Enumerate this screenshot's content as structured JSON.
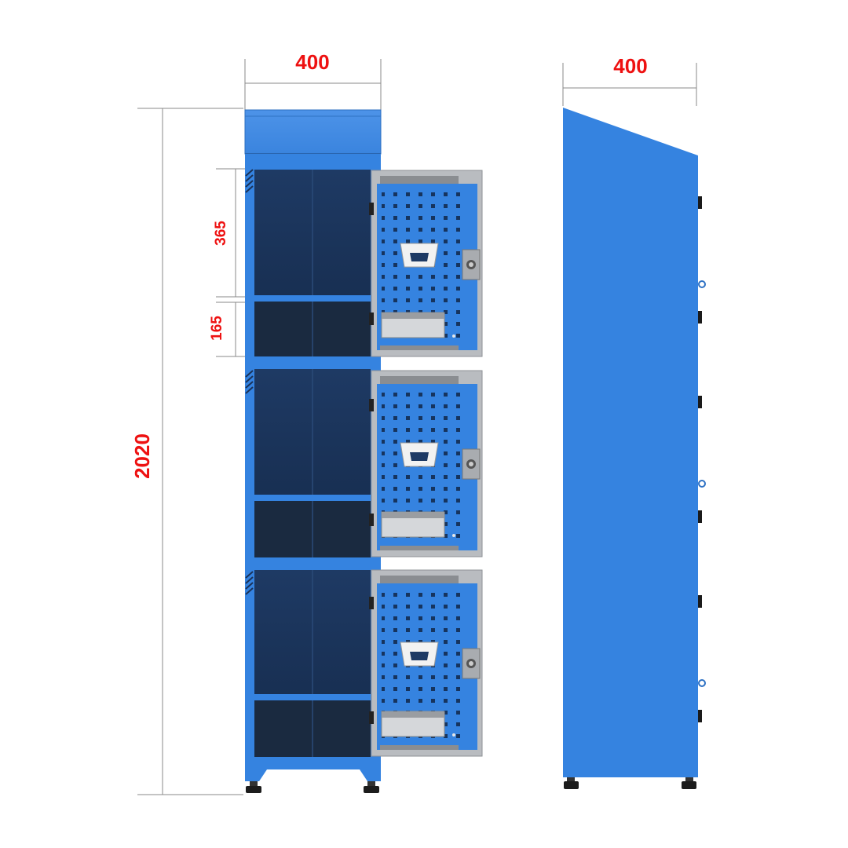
{
  "dimensions": {
    "front_width": "400",
    "side_depth": "400",
    "total_height": "2020",
    "compartment_height": "365",
    "lower_compartment_height": "165"
  },
  "cabinet": {
    "compartments": 3,
    "doors_open": 3
  },
  "colors": {
    "body_blue": "#3583e0",
    "body_blue_dark": "#2a6fc4",
    "interior_navy": "#1b3257",
    "door_frame_gray": "#b9bcc0",
    "dimension_red": "#ee1111",
    "dimension_line": "#8a8a8a"
  }
}
